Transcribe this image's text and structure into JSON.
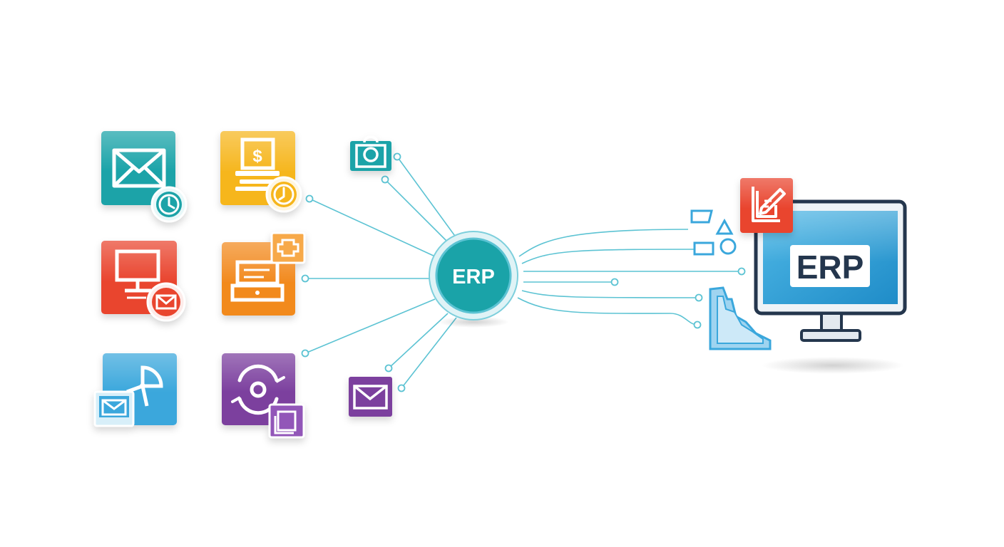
{
  "hub": {
    "label": "ERP"
  },
  "monitor": {
    "label": "ERP"
  },
  "colors": {
    "teal": "#1aa3a8",
    "yellow": "#f6b61e",
    "red": "#e9452f",
    "orange": "#f28a1f",
    "blue": "#3aa7dc",
    "purple": "#7b3f9e",
    "connector": "#5cc3d3",
    "navy": "#24364d"
  },
  "source_apps": [
    {
      "name": "email-schedule",
      "icon": "envelope-clock-icon",
      "color": "teal"
    },
    {
      "name": "invoice-payment",
      "icon": "price-tag-icon",
      "color": "yellow"
    },
    {
      "name": "computer-mail",
      "icon": "computer-envelope-icon",
      "color": "red"
    },
    {
      "name": "document-printer",
      "icon": "printer-document-icon",
      "color": "orange"
    },
    {
      "name": "analytics-message",
      "icon": "pie-chart-message-icon",
      "color": "blue"
    },
    {
      "name": "sync-archive",
      "icon": "refresh-archive-icon",
      "color": "purple"
    }
  ],
  "small_nodes": [
    {
      "name": "camera-bag",
      "icon": "bag-icon",
      "color": "teal"
    },
    {
      "name": "mail",
      "icon": "envelope-icon",
      "color": "purple"
    }
  ],
  "target_widgets": [
    {
      "name": "edit-badge",
      "icon": "edit-document-icon",
      "color": "red"
    },
    {
      "name": "shapes",
      "icon": "shapes-icon",
      "color": "blue"
    },
    {
      "name": "stairs-chart",
      "icon": "stairs-icon",
      "color": "blue"
    }
  ]
}
